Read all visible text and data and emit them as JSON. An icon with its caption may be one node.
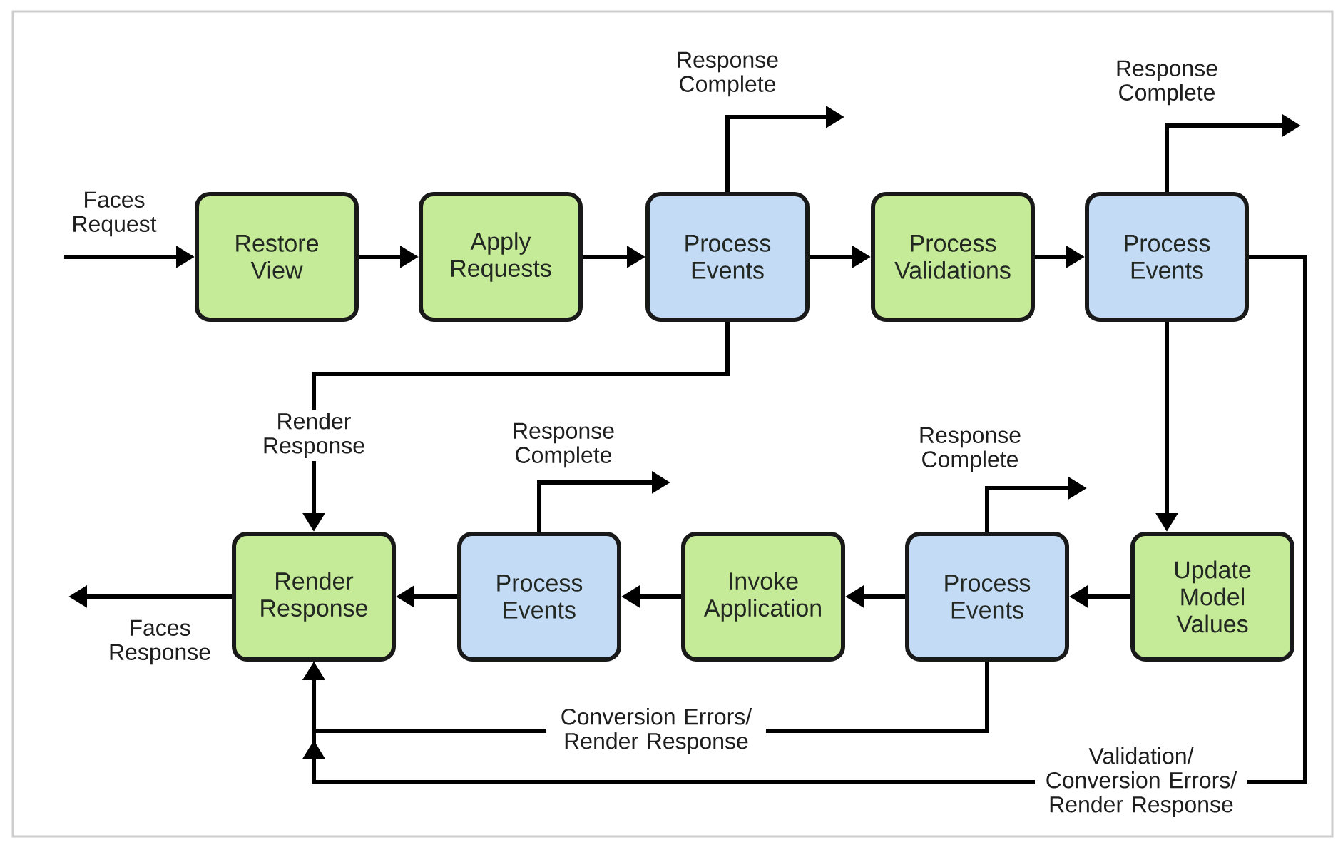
{
  "diagram": {
    "nodes": [
      {
        "text": [
          "Restore View"
        ]
      },
      {
        "text": [
          "Apply Requests"
        ]
      },
      {
        "text": [
          "Process Events"
        ]
      },
      {
        "text": [
          "Process Validations"
        ]
      },
      {
        "text": [
          "Process Events"
        ]
      },
      {
        "text": [
          "Update Model Values"
        ]
      },
      {
        "text": [
          "Process Events"
        ]
      },
      {
        "text": [
          "Invoke Application"
        ]
      },
      {
        "text": [
          "Process Events"
        ]
      },
      {
        "text": [
          "Render Response"
        ]
      }
    ],
    "edges": [
      {
        "from": null,
        "to": 0,
        "arrow": "to",
        "label": "Faces Request"
      },
      {
        "from": 0,
        "to": 1,
        "arrow": "to"
      },
      {
        "from": 1,
        "to": 2,
        "arrow": "to"
      },
      {
        "from": 2,
        "to": 3,
        "arrow": "to"
      },
      {
        "from": 3,
        "to": 4,
        "arrow": "to"
      },
      {
        "from": 2,
        "to": null,
        "arrow": "to",
        "label": "Response Complete"
      },
      {
        "from": 4,
        "to": null,
        "arrow": "to",
        "label": "Response Complete"
      },
      {
        "from": 4,
        "to": 5,
        "arrow": "to"
      },
      {
        "from": 5,
        "to": 6,
        "arrow": "to"
      },
      {
        "from": 6,
        "to": 7,
        "arrow": "to"
      },
      {
        "from": 7,
        "to": 8,
        "arrow": "to"
      },
      {
        "from": 8,
        "to": 9,
        "arrow": "to"
      },
      {
        "from": 2,
        "to": 9,
        "arrow": "to",
        "label": "Render Response"
      },
      {
        "from": 6,
        "to": null,
        "arrow": "to",
        "label": "Response Complete"
      },
      {
        "from": 8,
        "to": null,
        "arrow": "to",
        "label": "Response Complete"
      },
      {
        "from": 9,
        "to": null,
        "arrow": "to",
        "label": "Faces Response"
      },
      {
        "from": 6,
        "to": 9,
        "arrow": "to",
        "label": "Conversion Errors/ Render Response"
      },
      {
        "from": 4,
        "to": 9,
        "arrow": "to",
        "label": "Validation/ Conversion Errors/ Render Response"
      }
    ]
  }
}
